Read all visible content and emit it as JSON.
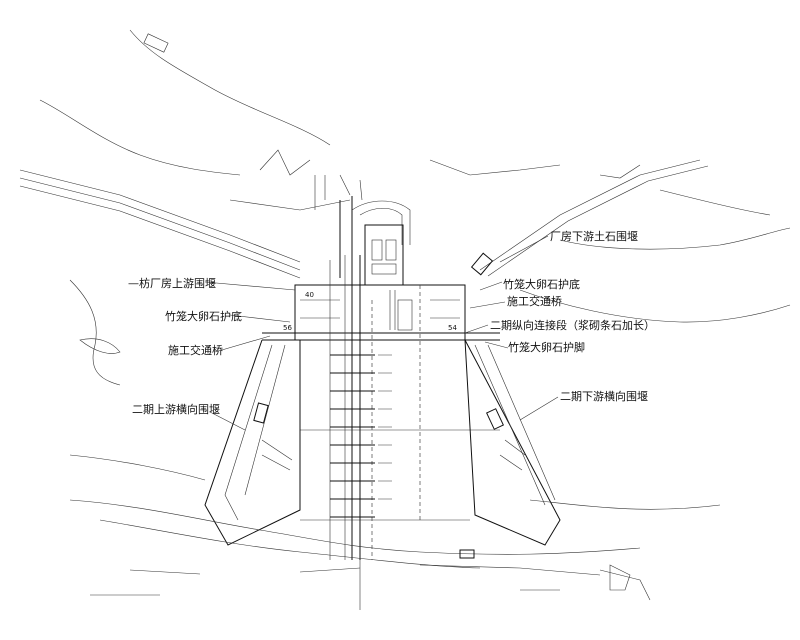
{
  "labels": {
    "powerhouse_upstream_cofferdam": "—枋厂房上游围堰",
    "gabion_protection_left": "竹笼大卵石护底",
    "construction_bridge_left": "施工交通桥",
    "stage2_upstream_cofferdam": "二期上游横向围堰",
    "powerhouse_downstream_cofferdam": "厂房下游土石围堰",
    "gabion_protection_right": "竹笼大卵石护底",
    "construction_bridge_right": "施工交通桥",
    "longitudinal_extension": "二期纵向连接段（浆砌条石加长）",
    "gabion_slope_protection": "竹笼大卵石护脚",
    "stage2_downstream_cofferdam": "二期下游横向围堰"
  },
  "numbers": {
    "n40": "40",
    "n56": "56",
    "n54": "54"
  }
}
